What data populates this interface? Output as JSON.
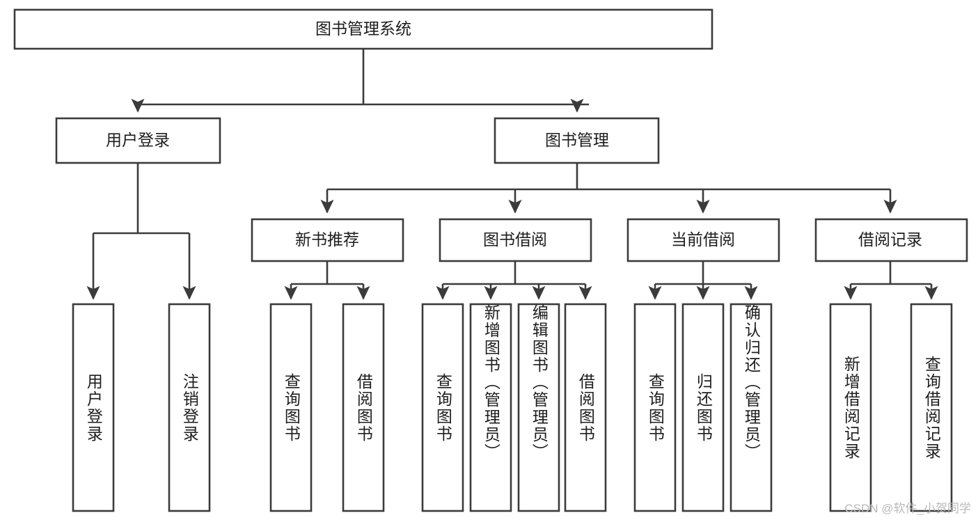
{
  "diagram": {
    "type": "tree",
    "title": "图书管理系统",
    "root": {
      "label": "图书管理系统"
    },
    "level2": [
      {
        "label": "用户登录"
      },
      {
        "label": "图书管理"
      }
    ],
    "level3": [
      {
        "label": "新书推荐"
      },
      {
        "label": "图书借阅"
      },
      {
        "label": "当前借阅"
      },
      {
        "label": "借阅记录"
      }
    ],
    "leaves": {
      "user_login": [
        "用户登录",
        "注销登录"
      ],
      "new_book": [
        "查询图书",
        "借阅图书"
      ],
      "book_borrow": [
        "查询图书",
        "新增图书（管理员）",
        "编辑图书（管理员）",
        "借阅图书"
      ],
      "current_borrow": [
        "查询图书",
        "归还图书",
        "确认归还（管理员）"
      ],
      "borrow_record": [
        "新增借阅记录",
        "查询借阅记录"
      ]
    }
  },
  "watermark": {
    "text": "CSDN @软件_小贺同学"
  },
  "colors": {
    "stroke": "#3b3b3b",
    "fill": "#ffffff",
    "text": "#1d1d1d",
    "watermark": "#b9b9b9",
    "background": "#ffffff"
  }
}
